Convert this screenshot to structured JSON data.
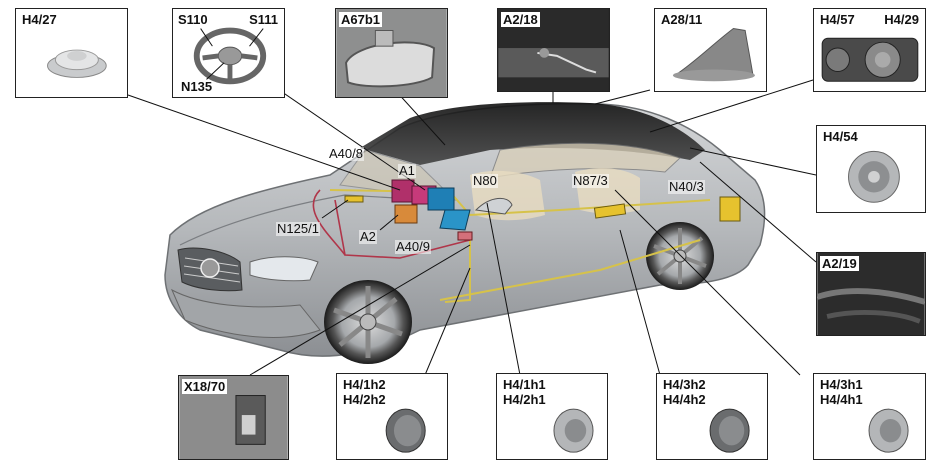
{
  "boxes": {
    "h4_27": {
      "label": "H4/27"
    },
    "steering": {
      "label_left": "S110",
      "label_right": "S111",
      "label_bottom": "N135"
    },
    "a67b1": {
      "label": "A67b1"
    },
    "a2_18": {
      "label": "A2/18"
    },
    "a28_11": {
      "label": "A28/11"
    },
    "h4_57_29": {
      "label_left": "H4/57",
      "label_right": "H4/29"
    },
    "h4_54": {
      "label": "H4/54"
    },
    "a2_19": {
      "label": "A2/19"
    },
    "x18_70": {
      "label": "X18/70"
    },
    "h4_1h2": {
      "line1": "H4/1h2",
      "line2": "H4/2h2"
    },
    "h4_1h1": {
      "line1": "H4/1h1",
      "line2": "H4/2h1"
    },
    "h4_3h2": {
      "line1": "H4/3h2",
      "line2": "H4/4h2"
    },
    "h4_3h1": {
      "line1": "H4/3h1",
      "line2": "H4/4h1"
    }
  },
  "callouts": {
    "a40_8": "A40/8",
    "a1": "A1",
    "n80": "N80",
    "n87_3": "N87/3",
    "n40_3": "N40/3",
    "n125_1": "N125/1",
    "a2": "A2",
    "a40_9": "A40/9"
  },
  "colors": {
    "car_body": "#b9bcbf",
    "car_dark": "#8a8d90",
    "window": "#2b2b2b",
    "component_magenta": "#b0306a",
    "component_blue": "#1f7fb5",
    "component_yellow": "#e6c22e",
    "component_orange": "#d88a3a",
    "wire_yellow": "#d6c24a",
    "wire_red": "#b0364a"
  }
}
